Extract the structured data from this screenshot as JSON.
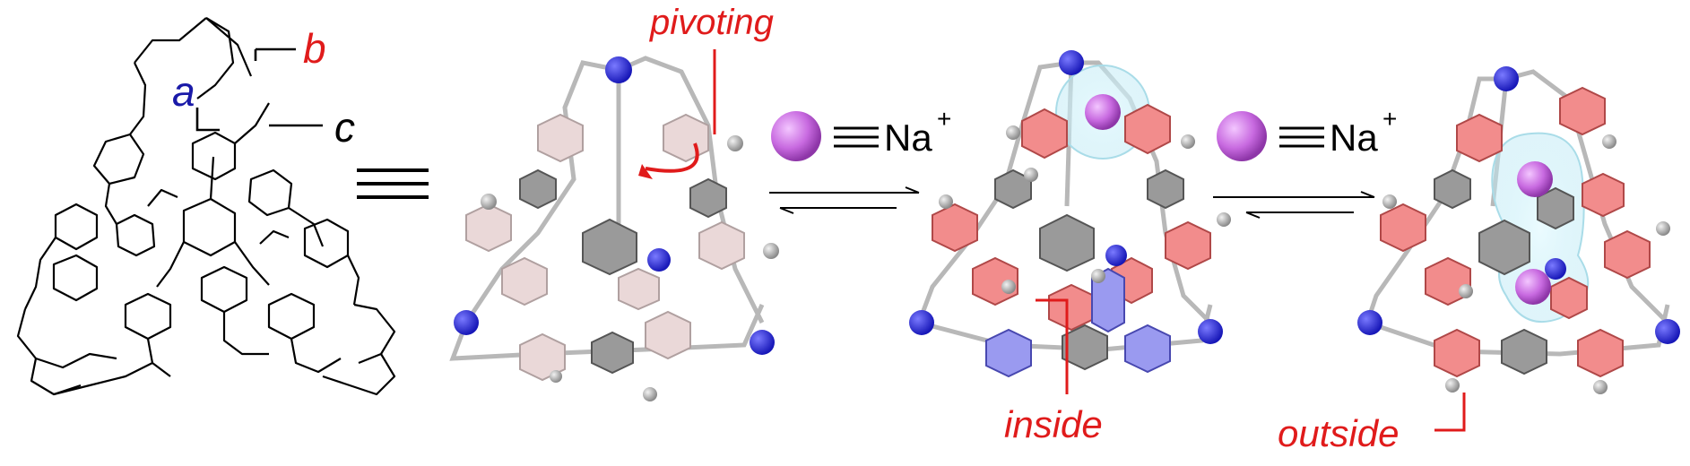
{
  "labels": {
    "a": "a",
    "b": "b",
    "c": "c",
    "pivoting": "pivoting",
    "inside": "inside",
    "outside": "outside",
    "ion": "Na",
    "ion_charge": "+"
  },
  "colors": {
    "red_label": "#e01b1b",
    "blue_label": "#1a1aa8",
    "pink_ring": "#f28c8c",
    "blue_ring": "#9a9af0",
    "gray_ring": "#8c8c8c",
    "pale_ring": "#ead8d8",
    "na_sphere": "#c86ae0",
    "nitrogen": "#2a2ad8"
  }
}
